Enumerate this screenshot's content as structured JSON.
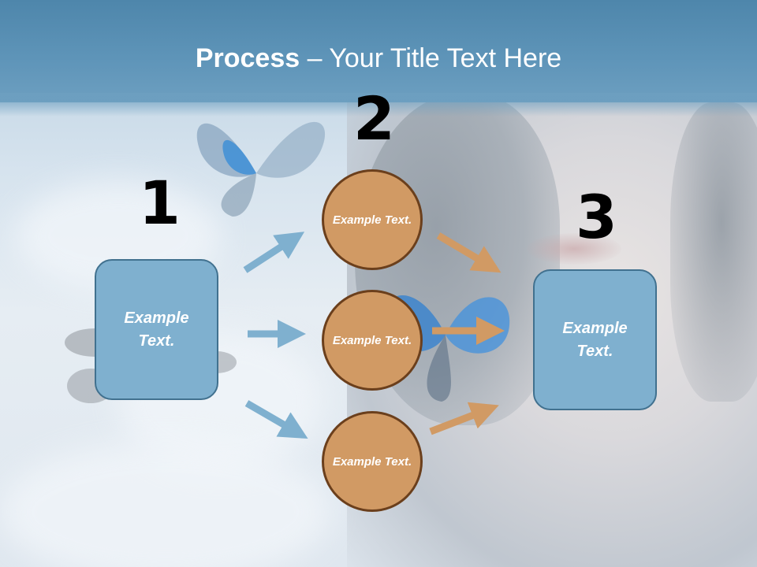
{
  "slide": {
    "title_bold": "Process",
    "title_rest": " – Your Title Text Here",
    "step_numbers": [
      "1",
      "2",
      "3"
    ],
    "left_box": {
      "text": "Example Text."
    },
    "circles": [
      {
        "text": "Example Text."
      },
      {
        "text": "Example Text."
      },
      {
        "text": "Example Text."
      }
    ],
    "right_box": {
      "text": "Example Text."
    }
  },
  "colors": {
    "header": "#5f95b9",
    "box_fill": "#7fb0cf",
    "box_border": "#41718f",
    "circle_fill": "#d19a64",
    "circle_border": "#6b3f1c",
    "blue_arrow": "#7fb0cf",
    "orange_arrow": "#d19a64"
  }
}
